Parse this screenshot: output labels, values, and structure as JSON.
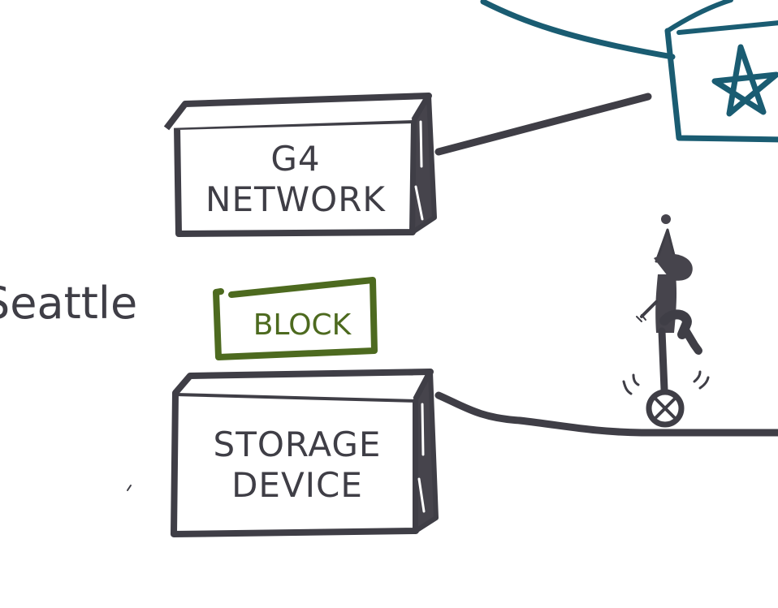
{
  "place": {
    "label": "Seattle"
  },
  "network_box": {
    "line1": "G4",
    "line2": "NETWORK"
  },
  "block_box": {
    "label": "BLOCK"
  },
  "storage_box": {
    "line1": "STORAGE",
    "line2": "DEVICE"
  },
  "colors": {
    "ink": "#3f3e46",
    "green": "#4d6a1f",
    "teal": "#1a5c72",
    "background": "#ffffff"
  },
  "icons": {
    "building": "star-building-icon",
    "unicyclist": "unicyclist-icon"
  }
}
